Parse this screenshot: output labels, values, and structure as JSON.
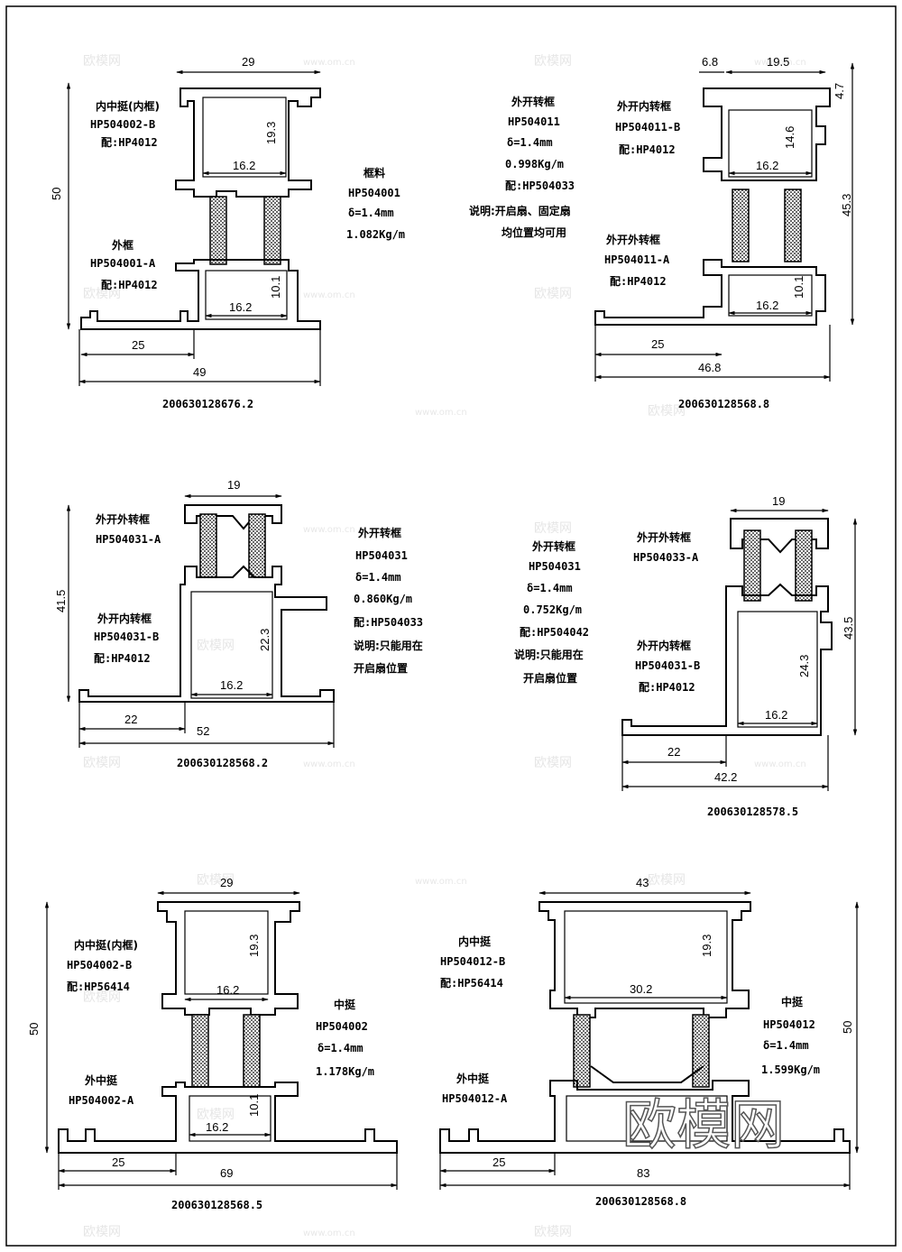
{
  "watermark": {
    "brand": "欧模网",
    "site": "www.om.cn"
  },
  "profiles": [
    {
      "id": "p1",
      "dims": [
        "29",
        "19.3",
        "16.2",
        "16.2",
        "10.1",
        "50",
        "25",
        "49"
      ],
      "labels_top": [
        "内中挺(内框)",
        "HP504002-B",
        "配:HP4012"
      ],
      "labels_bottom": [
        "外框",
        "HP504001-A",
        "配:HP4012"
      ],
      "labels_side": [
        "框料",
        "HP504001",
        "δ=1.4mm",
        "1.082Kg/m"
      ],
      "code": "200630128676.2"
    },
    {
      "id": "p2",
      "dims": [
        "6.8",
        "19.5",
        "4.7",
        "14.6",
        "16.2",
        "45.3",
        "16.2",
        "10.1",
        "25",
        "46.8"
      ],
      "labels_side": [
        "外开转框",
        "HP504011",
        "δ=1.4mm",
        "0.998Kg/m",
        "配:HP504033",
        "说明:开启扇、固定扇",
        "均位置均可用"
      ],
      "labels_top": [
        "外开内转框",
        "HP504011-B",
        "配:HP4012"
      ],
      "labels_bottom": [
        "外开外转框",
        "HP504011-A",
        "配:HP4012"
      ],
      "code": "200630128568.8"
    },
    {
      "id": "p3",
      "dims": [
        "19",
        "41.5",
        "22.3",
        "16.2",
        "22",
        "52"
      ],
      "labels_top": [
        "外开外转框",
        "HP504031-A"
      ],
      "labels_bottom": [
        "外开内转框",
        "HP504031-B",
        "配:HP4012"
      ],
      "labels_side": [
        "外开转框",
        "HP504031",
        "δ=1.4mm",
        "0.860Kg/m",
        "配:HP504033",
        "说明:只能用在",
        "开启扇位置"
      ],
      "code": "200630128568.2"
    },
    {
      "id": "p4",
      "dims": [
        "19",
        "43.5",
        "24.3",
        "16.2",
        "22",
        "42.2"
      ],
      "labels_side": [
        "外开转框",
        "HP504031",
        "δ=1.4mm",
        "0.752Kg/m",
        "配:HP504042",
        "说明:只能用在",
        "开启扇位置"
      ],
      "labels_top": [
        "外开外转框",
        "HP504033-A"
      ],
      "labels_bottom": [
        "外开内转框",
        "HP504031-B",
        "配:HP4012"
      ],
      "code": "200630128578.5"
    },
    {
      "id": "p5",
      "dims": [
        "29",
        "19.3",
        "16.2",
        "16.2",
        "10.1",
        "50",
        "25",
        "69"
      ],
      "labels_top": [
        "内中挺(内框)",
        "HP504002-B",
        "配:HP56414"
      ],
      "labels_bottom": [
        "外中挺",
        "HP504002-A"
      ],
      "labels_side": [
        "中挺",
        "HP504002",
        "δ=1.4mm",
        "1.178Kg/m"
      ],
      "code": "200630128568.5"
    },
    {
      "id": "p6",
      "dims": [
        "43",
        "19.3",
        "30.2",
        "50",
        "25",
        "83"
      ],
      "labels_top": [
        "内中挺",
        "HP504012-B",
        "配:HP56414"
      ],
      "labels_bottom": [
        "外中挺",
        "HP504012-A"
      ],
      "labels_side": [
        "中挺",
        "HP504012",
        "δ=1.4mm",
        "1.599Kg/m"
      ],
      "code": "200630128568.8"
    }
  ]
}
